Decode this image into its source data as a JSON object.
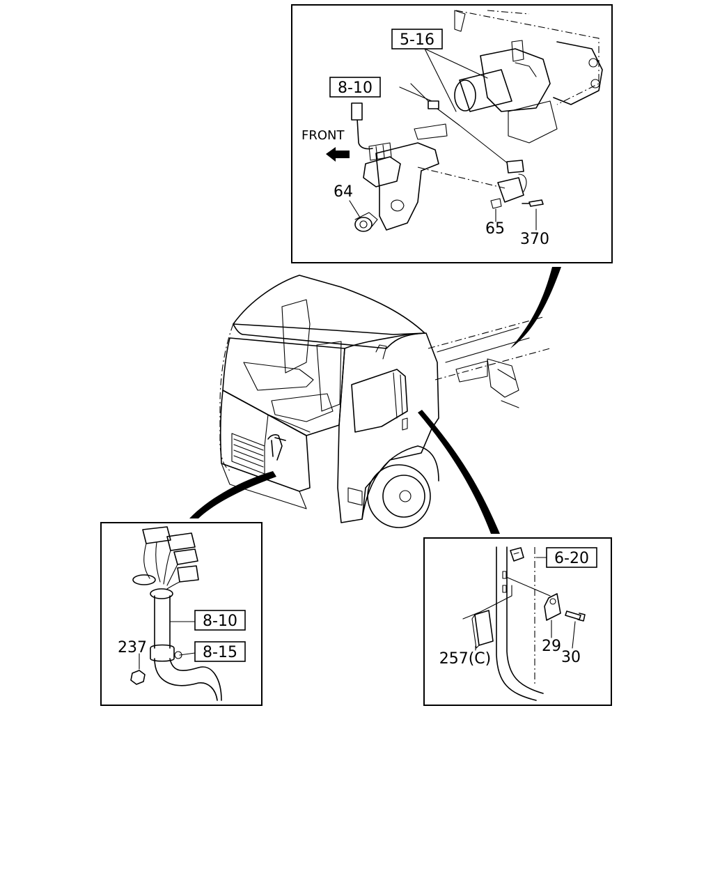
{
  "top_panel": {
    "direction_label": "FRONT",
    "ref_box_a": "5-16",
    "ref_box_b": "8-10",
    "part_64": "64",
    "part_65": "65",
    "part_370": "370"
  },
  "left_panel": {
    "ref_box_a": "8-10",
    "ref_box_b": "8-15",
    "part_237": "237"
  },
  "right_panel": {
    "ref_box_a": "6-20",
    "part_257": "257(C)",
    "part_29": "29",
    "part_30": "30"
  }
}
